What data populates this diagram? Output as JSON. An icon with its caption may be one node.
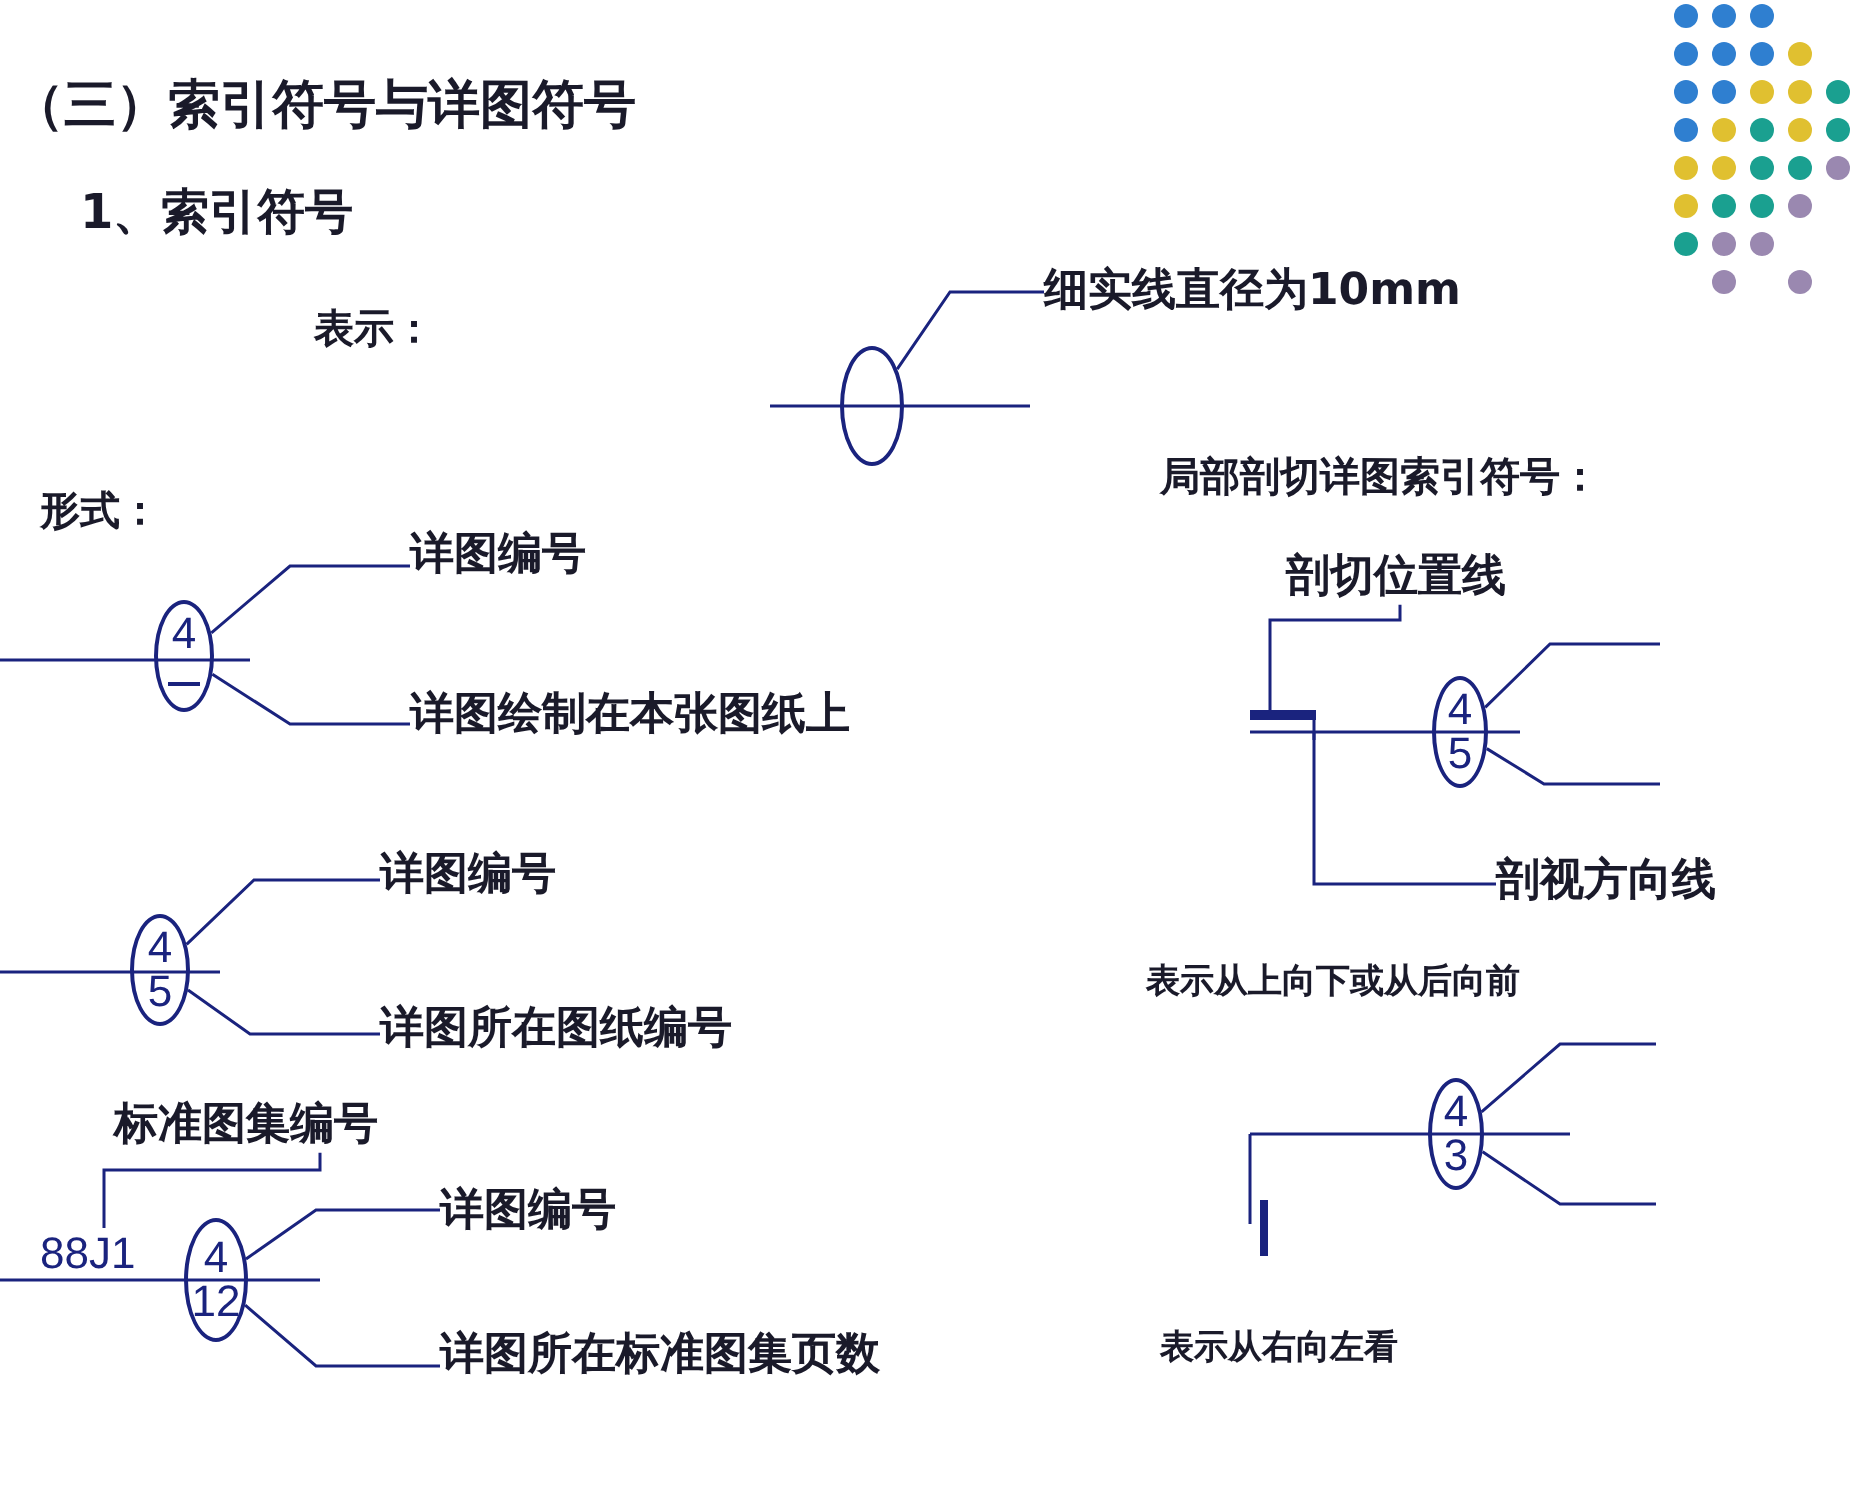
{
  "diagram": {
    "title": "（三）索引符号与详图符号",
    "nodes": [
      {
        "text": [
          "细实线直径为10mm"
        ]
      },
      {
        "text": [],
        "shape": "circle"
      },
      {
        "text": [
          "4"
        ]
      },
      {
        "text": [
          "详图编号"
        ]
      },
      {
        "text": [
          "详图绘制在本张图纸上"
        ]
      },
      {
        "text": [
          "4",
          "5"
        ]
      },
      {
        "text": [
          "详图编号"
        ]
      },
      {
        "text": [
          "详图所在图纸编号"
        ]
      },
      {
        "text": [
          "标准图集编号"
        ]
      },
      {
        "text": [
          "88J1"
        ]
      },
      {
        "text": [
          "4",
          "12"
        ]
      },
      {
        "text": [
          "详图编号"
        ]
      },
      {
        "text": [
          "详图所在标准图集页数"
        ]
      },
      {
        "text": [
          "剖切位置线"
        ]
      },
      {
        "text": [],
        "shape": "bar"
      },
      {
        "text": [
          "4",
          "5"
        ]
      },
      {
        "text": [
          "剖视方向线"
        ]
      },
      {
        "text": [
          "4",
          "3"
        ]
      }
    ],
    "edges": [
      {
        "from": 0,
        "to": 1,
        "arrow": "none"
      },
      {
        "from": 3,
        "to": 2,
        "arrow": "none"
      },
      {
        "from": 4,
        "to": 2,
        "arrow": "none"
      },
      {
        "from": 6,
        "to": 5,
        "arrow": "none"
      },
      {
        "from": 7,
        "to": 5,
        "arrow": "none"
      },
      {
        "from": 8,
        "to": 9,
        "arrow": "none"
      },
      {
        "from": 11,
        "to": 10,
        "arrow": "none"
      },
      {
        "from": 12,
        "to": 10,
        "arrow": "none"
      },
      {
        "from": 13,
        "to": 14,
        "arrow": "none"
      },
      {
        "from": 15,
        "to": null,
        "arrow": "none"
      },
      {
        "from": 15,
        "to": null,
        "arrow": "none"
      },
      {
        "from": 16,
        "to": 14,
        "arrow": "none"
      },
      {
        "from": 17,
        "to": null,
        "arrow": "none"
      },
      {
        "from": 17,
        "to": null,
        "arrow": "none"
      }
    ],
    "labels": [
      "1、索引符号",
      "表示：",
      "形式：",
      "局部剖切详图索引符号：",
      "表示从上向下或从后向前",
      "表示从右向左看"
    ]
  }
}
